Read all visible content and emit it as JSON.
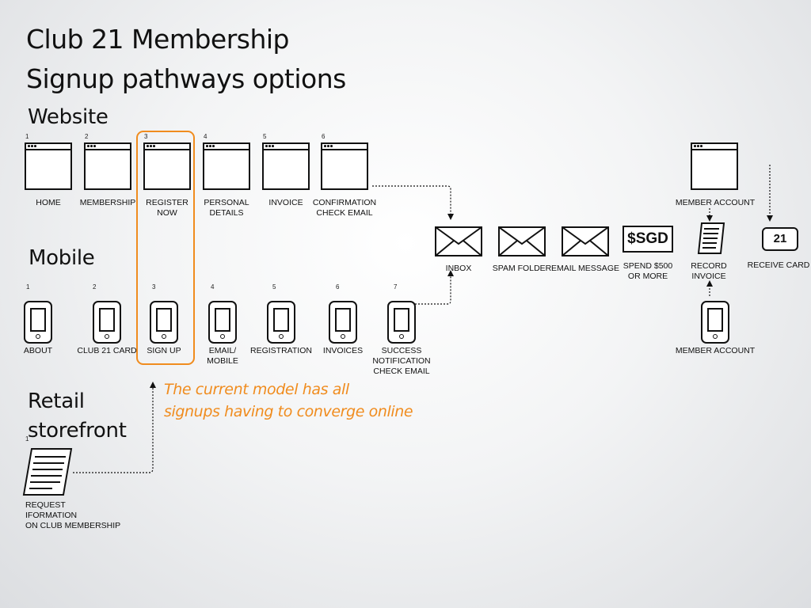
{
  "title": {
    "line1": "Club 21 Membership",
    "line2": "Signup pathways options"
  },
  "sections": {
    "website": "Website",
    "mobile": "Mobile",
    "retail_line1": "Retail",
    "retail_line2": "storefront",
    "retail_num": "1"
  },
  "website_steps": [
    {
      "num": "1",
      "label": "HOME"
    },
    {
      "num": "2",
      "label": "MEMBERSHIP"
    },
    {
      "num": "3",
      "label": "REGISTER\nNOW"
    },
    {
      "num": "4",
      "label": "PERSONAL\nDETAILS"
    },
    {
      "num": "5",
      "label": "INVOICE"
    },
    {
      "num": "6",
      "label": "CONFIRMATION\nCHECK EMAIL"
    }
  ],
  "mobile_steps": [
    {
      "num": "1",
      "label": "ABOUT"
    },
    {
      "num": "2",
      "label": "CLUB 21 CARD"
    },
    {
      "num": "3",
      "label": "SIGN UP"
    },
    {
      "num": "4",
      "label": "EMAIL/\nMOBILE"
    },
    {
      "num": "5",
      "label": "REGISTRATION"
    },
    {
      "num": "6",
      "label": "INVOICES"
    },
    {
      "num": "7",
      "label": "SUCCESS\nNOTIFICATION\nCHECK EMAIL"
    }
  ],
  "flow": {
    "inbox": "INBOX",
    "spam_folder": "SPAM FOLDER",
    "email_message": "EMAIL MESSAGE",
    "spend_label": "SPEND $500\nOR MORE",
    "sgd_text": "$SGD",
    "record_invoice": "RECORD\nINVOICE",
    "member_account_top": "MEMBER ACCOUNT",
    "member_account_bottom": "MEMBER ACCOUNT",
    "receive_card": "RECEIVE CARD",
    "card_text": "21"
  },
  "retail": {
    "label": "REQUEST\nIFORMATION\nON CLUB MEMBERSHIP"
  },
  "annotation": {
    "line1": "The current model has all",
    "line2": "signups having to converge online"
  },
  "colors": {
    "accent": "#f08c1e",
    "ink": "#111111"
  }
}
